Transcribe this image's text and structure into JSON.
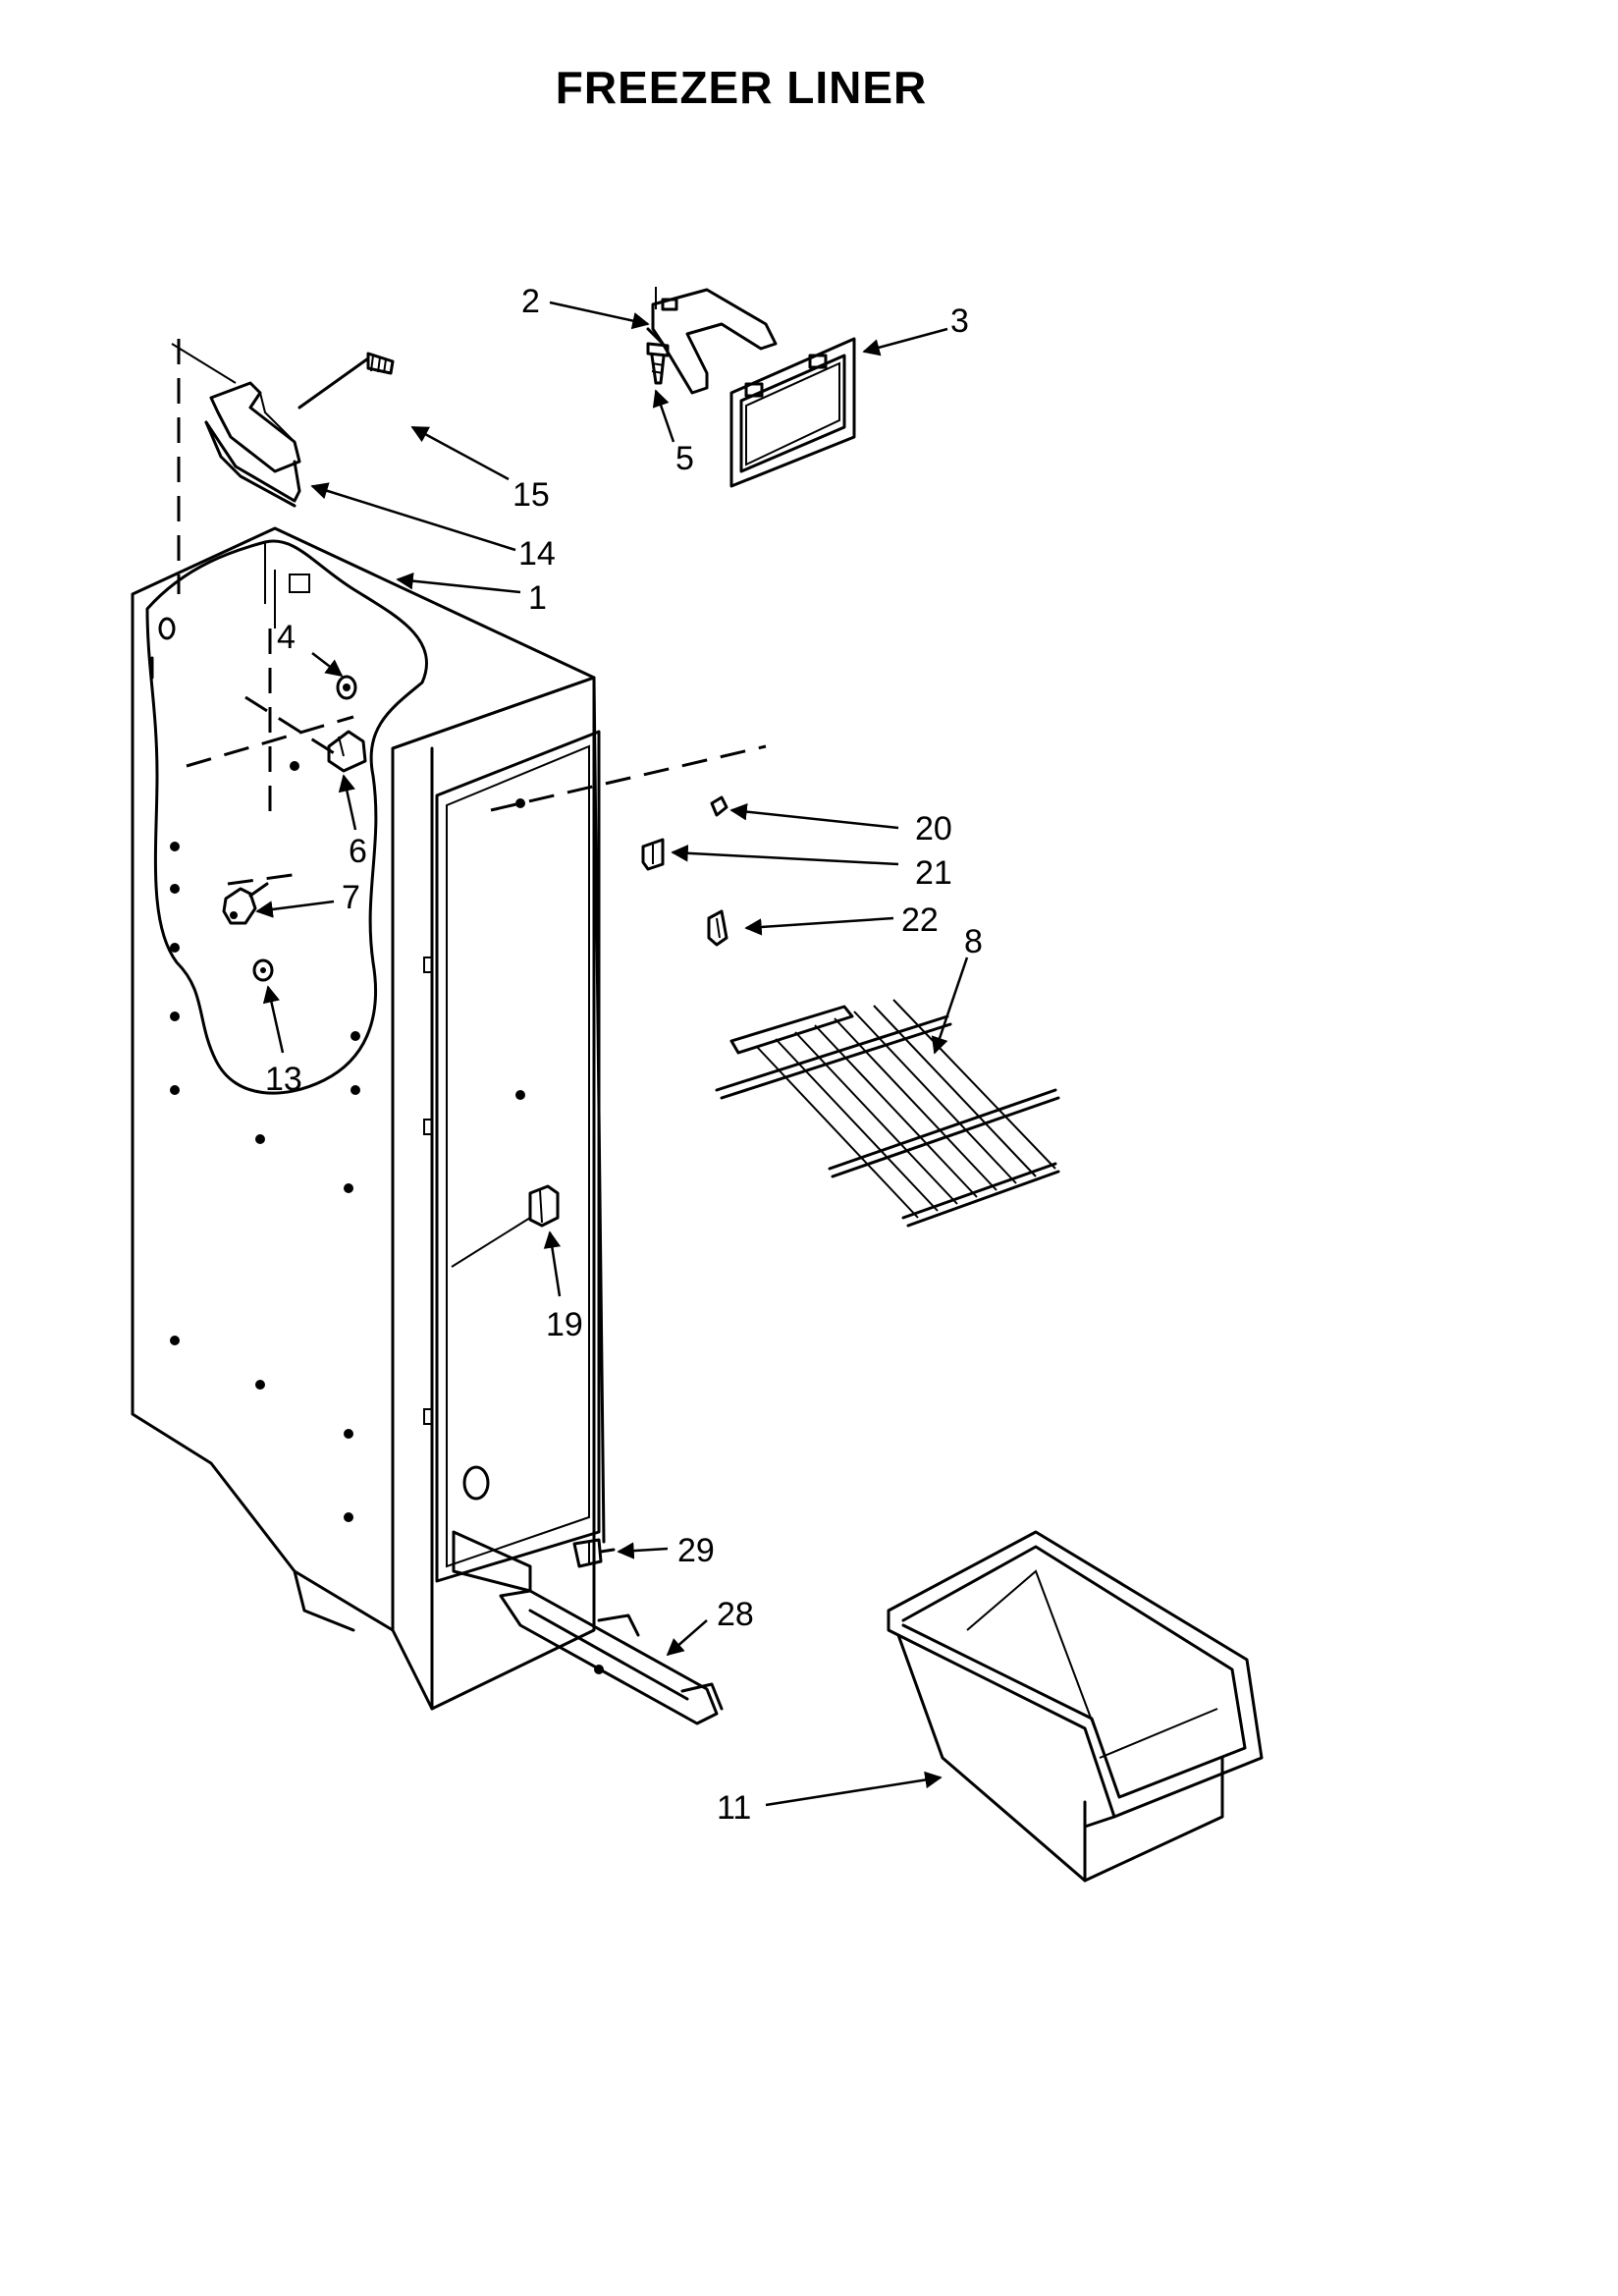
{
  "diagram": {
    "title": "FREEZER LINER",
    "callouts": [
      "1",
      "2",
      "3",
      "4",
      "5",
      "6",
      "7",
      "8",
      "11",
      "13",
      "14",
      "15",
      "19",
      "20",
      "21",
      "22",
      "28",
      "29"
    ]
  }
}
